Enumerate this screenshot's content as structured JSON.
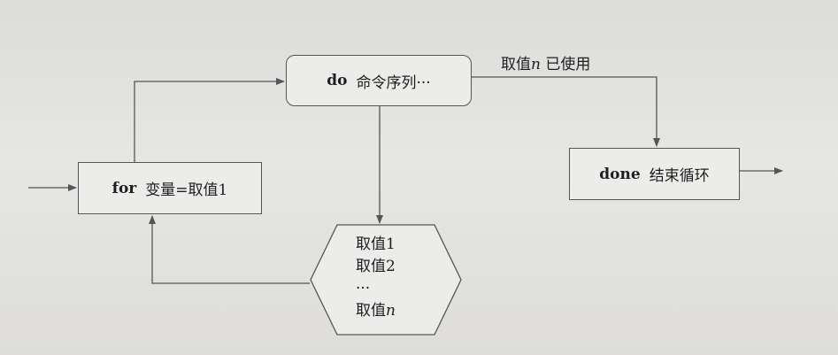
{
  "diagram": {
    "for_box": {
      "keyword": "for",
      "text": "变量=取值1"
    },
    "do_box": {
      "keyword": "do",
      "text": "命令序列···"
    },
    "done_box": {
      "keyword": "done",
      "text": "结束循环"
    },
    "values_list": {
      "item1": "取值1",
      "item2": "取值2",
      "ellipsis": "···",
      "itemN_prefix": "取值",
      "itemN_var": "n"
    },
    "label_used": {
      "prefix": "取值",
      "var": "n",
      "suffix": " 已使用"
    }
  },
  "colors": {
    "line": "#555555",
    "box_fill": "#ececea",
    "background": "#e2e2e0"
  }
}
